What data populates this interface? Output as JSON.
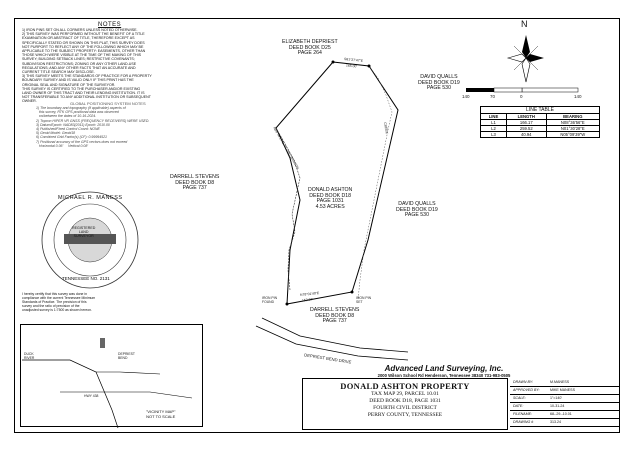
{
  "notes": {
    "title": "NOTES",
    "text": "1) IRON PINS SET ON ALL CORNERS UNLESS NOTED OTHERWISE.\n2) THIS SURVEY WAS PERFORMED WITHOUT THE BENEFIT OF A TITLE\nEXAMINATION OR ABSTRACT OF TITLE, THEREFORE EXCEPT AS\nSPECIFICALLY STATED OR SHOWN ON THIS PLAT, THIS SURVEY DOES\nNOT PURPORT TO REFLECT ANY OF THE FOLLOWING WHICH MAY BE\nAPPLICABLE TO THE SUBJECT PROPERTY: EASEMENTS, OTHER THAN\nTHOSE WHICH WERE VISIBLE AT THE TIME OF THE MAKING OF THIS\nSURVEY; BUILDING SETBACK LINES; RESTRICTIVE COVENANTS;\nSUBDIVISION RESTRICTIONS; ZONING OR ANY OTHER LAND-USE\nREGULATIONS; AND ANY OTHER FACTS THAT AN ACCURATE AND\nCURRENT TITLE SEARCH MAY DISCLOSE.\n3) THIS SURVEY MEETS THE STANDARDS OF PRACTICE FOR A PROPERTY\nBOUNDARY SURVEY AND IS VALID ONLY IF THIS PRINT HAS THE\nORIGINAL SEAL AND SIGNATURE OF THE SURVEYOR.\nTHIS SURVEY IS CERTIFIED TO THE PURCHASER AND/OR EXISTING\nLAND OWNER OF THIS TRACT AND THEIR LENDING INSTITUTION. IT IS\nNOT TRANSFERABLE TO ANY ADDITIONAL INSTITUTION OR SUBSEQUENT\nOWNER."
  },
  "gps": {
    "title": "GLOBAL POSITIONING SYSTEM NOTES",
    "text": "1) The boundary and topography (if applicable) aspects of\n   this survey, RTK GPS positional data was observed\n   on/between the dates of 10-16-2024.\n2) Topcon HIPER VR GNSS (FREQUENCY RECEIVERS) WERE USED.\n3) Datum/Epoch: NAD83(2011) Epoch: 2010.00\n4) Published/Fixed Control Coord: NONE\n5) Geoid Model: Geoid18\n6) Combined Grid Factor(s) (CF): 0.99994521\n7) Positional accuracy of the GPS vectors does not exceed\n   Horizontal 0.06'     Vertical 0.08'"
  },
  "owners": {
    "north": "ELIZABETH DEPRIEST\nDEED BOOK D25\nPAGE 264",
    "qualls_top": "DAVID QUALLS\nDEED BOOK D19\nPAGE 530",
    "stevens_west": "DARRELL STEVENS\nDEED BOOK D8\nPAGE 737",
    "subject": "DONALD ASHTON\nDEED BOOK D18\nPAGE 1031\n4.53 ACRES",
    "qualls_east": "DAVID QUALLS\nDEED BOOK D19\nPAGE 530",
    "stevens_south": "DARRELL STEVENS\nDEED BOOK D8\nPAGE 737"
  },
  "survey_labels": {
    "top_bearing": "S81°27'47\"E",
    "top_distance": "165.00'",
    "bottom_bearing": "N78°01'40\"E",
    "bottom_distance": "152.07'",
    "road": "DEPRIEST BEND DRIVE",
    "iron_pin_found": "IRON PIN\nFOUND",
    "iron_pin_set": "IRON PIN\nSET",
    "creek": "CREEK",
    "west_course": "N08°58'17\"E  ALONG BRANCH"
  },
  "north_arrow": {
    "letter": "N"
  },
  "scale_bar": {
    "ticks": [
      "140",
      "70",
      "0",
      "140"
    ]
  },
  "line_table": {
    "caption": "LINE TABLE",
    "headers": [
      "LINE",
      "LENGTH",
      "BEARING"
    ],
    "rows": [
      [
        "L1",
        "166.17",
        "N08°36'56\"E"
      ],
      [
        "L2",
        "259.52",
        "N01°30'28\"E"
      ],
      [
        "L3",
        "40.94",
        "N05°09'39\"W"
      ]
    ]
  },
  "seal": {
    "name": "MICHAEL R. MANESS",
    "state": "TENNESSEE NO. 2131",
    "center": "REGISTERED\nLAND\nSURVEYOR"
  },
  "certify": "I hereby certify that this survey was done in\ncompliance with the current Tennessee Minimum\nStandards of Practice. The precision of this\nsurvey and the ratio of precision of the\nunadjusted survey is 1:7500 as shown hereon.",
  "vicinity": {
    "label": "\"VICINITY MAP\"\nNOT TO SCALE",
    "road_a": "DUCK\nRIVER",
    "road_b": "DEPRIEST\nBEND",
    "road_c": "HWY 438"
  },
  "company": {
    "name": "Advanced Land Surveying, Inc.",
    "address": "2000 Wilson School Rd   Henderson, Tennessee 38340   731-983-0505"
  },
  "title_block": {
    "name": "DONALD ASHTON PROPERTY",
    "line1": "TAX MAP 29, PARCEL 10.01",
    "line2": "DEED BOOK D18, PAGE 1031",
    "line3": "FOURTH CIVIL DISTRICT",
    "line4": "PERRY COUNTY, TENNESSEE"
  },
  "info": [
    {
      "k": "DRAWN BY:",
      "v": "M.MANESS"
    },
    {
      "k": "APPROVED BY:",
      "v": "MIKE MANESS"
    },
    {
      "k": "SCALE:",
      "v": "1\"=140'"
    },
    {
      "k": "DATE:",
      "v": "10-31-24"
    },
    {
      "k": "FILENAME:",
      "v": "68--29--10.01"
    },
    {
      "k": "DRAWING #",
      "v": "313.24"
    }
  ]
}
